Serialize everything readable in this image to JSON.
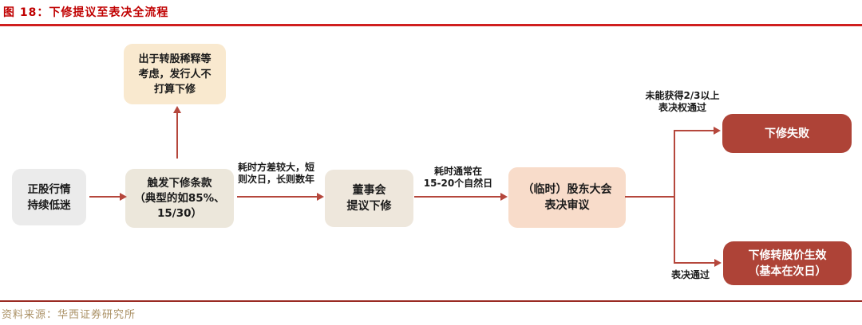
{
  "figure": {
    "title": "图 18：下修提议至表决全流程",
    "source": "资料来源：华西证券研究所"
  },
  "flow": {
    "underlying": "正股行情\n持续低迷",
    "no_revision": "出于转股稀释等\n考虑，发行人不\n打算下修",
    "trigger": "触发下修条款\n（典型的如85%、\n15/30）",
    "board": "董事会\n提议下修",
    "meeting": "（临时）股东大会\n表决审议",
    "fail": "下修失败",
    "effective": "下修转股价生效\n（基本在次日）"
  },
  "edge_labels": {
    "time_variance": "耗时方差较大，短\n则次日，长则数年",
    "time_days": "耗时通常在\n15-20个自然日",
    "fail_condition": "未能获得2/3以上\n表决权通过",
    "pass_condition": "表决通过"
  },
  "colors": {
    "title_red": "#c00000",
    "rule_red": "#d01f1f",
    "footer_rule_red": "#9a2b23",
    "arrow_red": "#b5473c",
    "dark_red_box": "#ae4337",
    "gray_box": "#ebebeb",
    "beige_box": "#ece7db",
    "cream_box": "#f9e9cf",
    "peach_box": "#f8dcca",
    "source_tan": "#ab9165"
  }
}
